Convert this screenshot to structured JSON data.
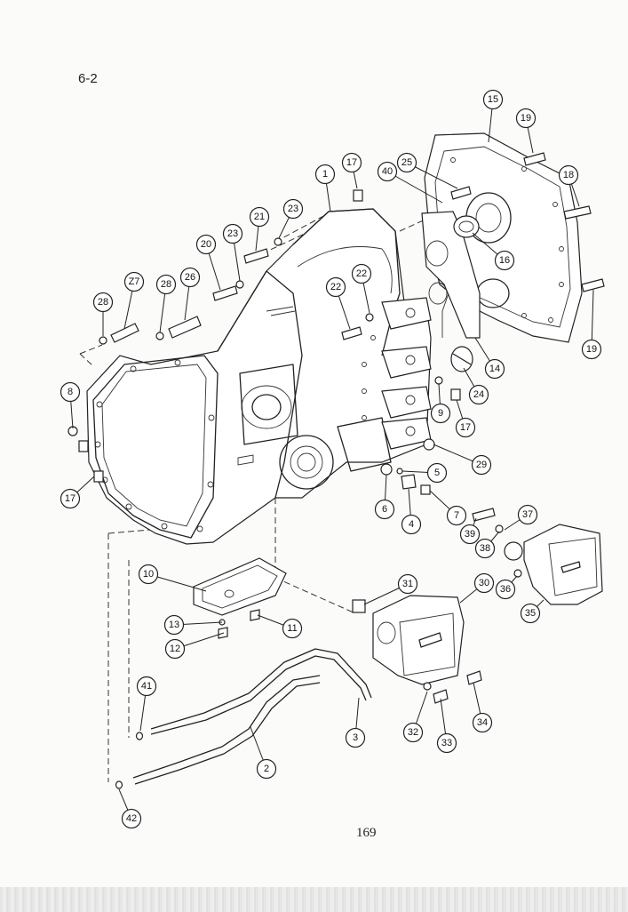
{
  "page_label": "6-2",
  "page_number": "169",
  "callouts": [
    "1",
    "2",
    "3",
    "4",
    "5",
    "6",
    "7",
    "8",
    "9",
    "10",
    "11",
    "12",
    "13",
    "14",
    "15",
    "16",
    "17",
    "17",
    "17",
    "18",
    "19",
    "19",
    "20",
    "21",
    "22",
    "22",
    "23",
    "23",
    "24",
    "25",
    "26",
    "Z7",
    "28",
    "28",
    "29",
    "30",
    "31",
    "32",
    "33",
    "34",
    "35",
    "36",
    "37",
    "38",
    "39",
    "40",
    "41",
    "42"
  ]
}
